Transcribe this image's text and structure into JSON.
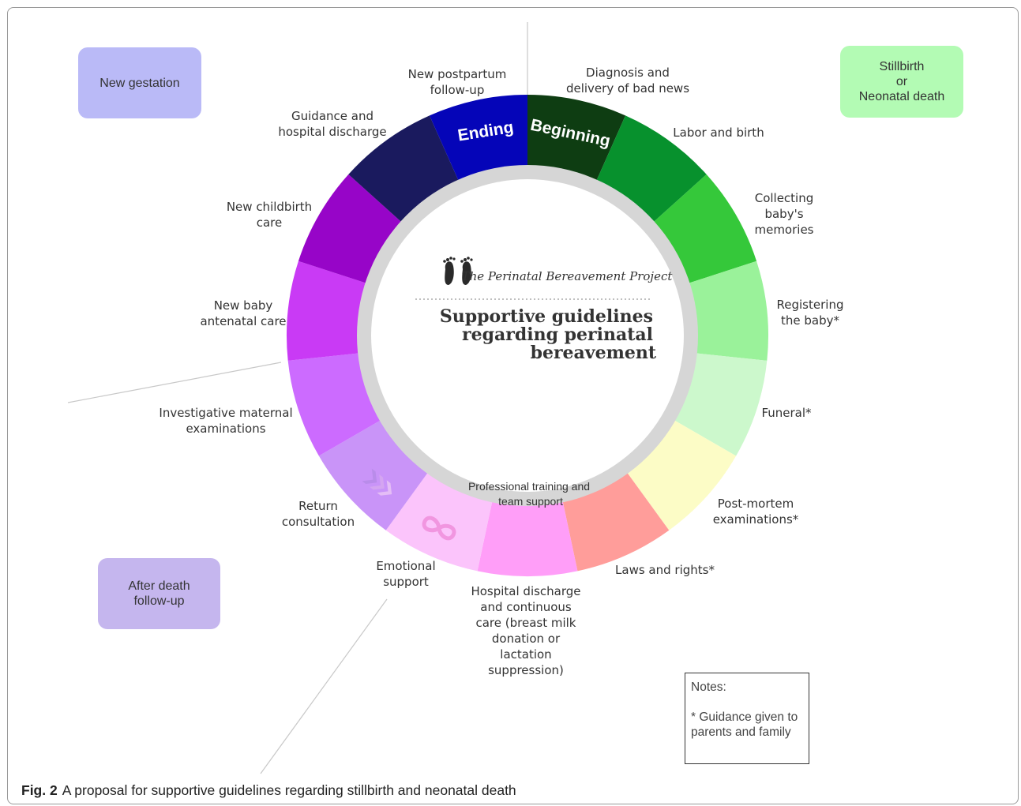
{
  "caption": {
    "label": "Fig. 2",
    "text": "A proposal for supportive guidelines regarding stillbirth and neonatal death"
  },
  "corner_boxes": {
    "new_gestation": "New gestation",
    "stillbirth": [
      "Stillbirth",
      "or",
      "Neonatal death"
    ],
    "after_death": [
      "After death",
      "follow-up"
    ]
  },
  "notes": {
    "title": "Notes:",
    "lines": [
      "* Guidance given to",
      "parents and family"
    ]
  },
  "center": {
    "logo_text": "The Perinatal Bereavement Project",
    "heading": [
      "Supportive guidelines",
      "regarding perinatal",
      "bereavement"
    ],
    "inner_ring_label": [
      "Professional training and",
      "team support"
    ]
  },
  "wheel_labels": {
    "ending": "Ending",
    "beginning": "Beginning"
  },
  "segments": [
    {
      "id": "beginning",
      "color": "#0e3d12",
      "label": []
    },
    {
      "id": "labor",
      "color": "#07912d",
      "label": [
        "Labor and birth"
      ]
    },
    {
      "id": "memories",
      "color": "#35c83a",
      "label": [
        "Collecting",
        "baby's",
        "memories"
      ]
    },
    {
      "id": "registering",
      "color": "#9af29a",
      "label": [
        "Registering",
        "the baby*"
      ]
    },
    {
      "id": "funeral",
      "color": "#ccf8cc",
      "label": [
        "Funeral*"
      ]
    },
    {
      "id": "postmortem",
      "color": "#fcfcc6",
      "label": [
        "Post-mortem",
        "examinations*"
      ]
    },
    {
      "id": "laws",
      "color": "#ff9d9a",
      "label": [
        "Laws and rights*"
      ]
    },
    {
      "id": "hospital_continuous",
      "color": "#ff9ef8",
      "label": [
        "Hospital discharge",
        "and continuous",
        "care (breast milk",
        "donation or",
        "lactation",
        "suppression)"
      ]
    },
    {
      "id": "emotional",
      "color": "#fbc4fb",
      "label": [
        "Emotional",
        "support"
      ]
    },
    {
      "id": "return",
      "color": "#c994f8",
      "label": [
        "Return",
        "consultation"
      ]
    },
    {
      "id": "investigative",
      "color": "#cc6bff",
      "label": [
        "Investigative maternal",
        "examinations"
      ]
    },
    {
      "id": "antenatal",
      "color": "#c93af5",
      "label": [
        "New baby",
        "antenatal care"
      ]
    },
    {
      "id": "childbirth",
      "color": "#9705c8",
      "label": [
        "New childbirth",
        "care"
      ]
    },
    {
      "id": "guidance",
      "color": "#1a1a5e",
      "label": [
        "Guidance and",
        "hospital discharge"
      ]
    },
    {
      "id": "ending",
      "color": "#0505b8",
      "label": [
        "New postpartum",
        "follow-up"
      ]
    }
  ],
  "top_right_label": [
    "Diagnosis and",
    "delivery of bad news"
  ]
}
